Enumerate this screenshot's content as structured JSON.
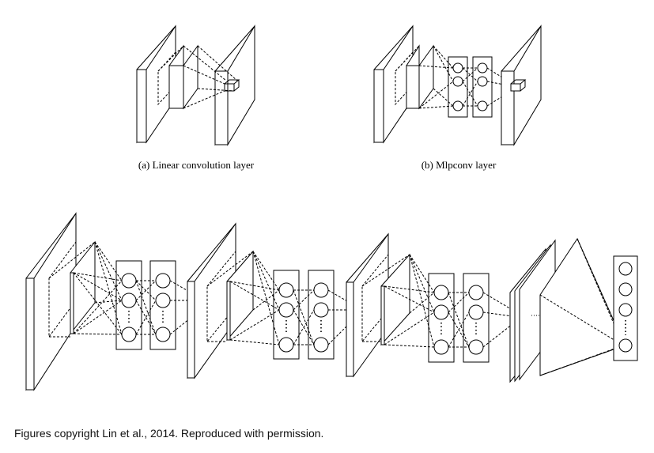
{
  "figure": {
    "caption_a": "(a) Linear convolution layer",
    "caption_b": "(b) Mlpconv layer",
    "credit": "Figures copyright Lin et al., 2014. Reproduced with permission."
  },
  "colors": {
    "stroke": "#000000",
    "background": "#ffffff",
    "text": "#000000"
  }
}
